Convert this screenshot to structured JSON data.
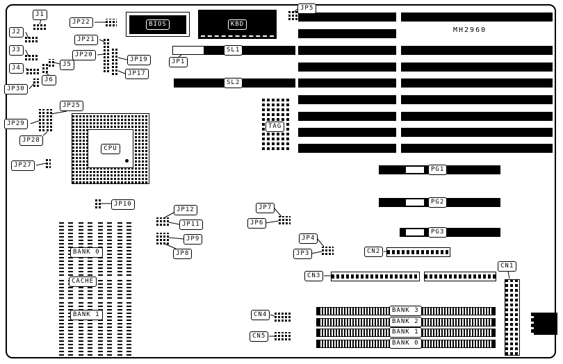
{
  "board": {
    "model": "MH2960"
  },
  "chips": {
    "bios": "BIOS",
    "kbd": "KBD",
    "cpu": "CPU",
    "tag": "TAG"
  },
  "slots": {
    "sl1": "SL1",
    "sl2": "SL2",
    "pg1": "PG1",
    "pg2": "PG2",
    "pg3": "PG3"
  },
  "jumpers": {
    "j1": "J1",
    "j2": "J2",
    "j3": "J3",
    "j4": "J4",
    "j5": "J5",
    "j6": "J6",
    "jp1": "JP1",
    "jp3": "JP3",
    "jp4": "JP4",
    "jp5": "JP5",
    "jp6": "JP6",
    "jp7": "JP7",
    "jp8": "JP8",
    "jp9": "JP9",
    "jp10": "JP10",
    "jp11": "JP11",
    "jp12": "JP12",
    "jp17": "JP17",
    "jp19": "JP19",
    "jp20": "JP20",
    "jp21": "JP21",
    "jp22": "JP22",
    "jp25": "JP25",
    "jp27": "JP27",
    "jp28": "JP28",
    "jp29": "JP29",
    "jp30": "JP30"
  },
  "connectors": {
    "cn1": "CN1",
    "cn2": "CN2",
    "cn3": "CN3",
    "cn4": "CN4",
    "cn5": "CN5"
  },
  "memory": {
    "bank0_label": "BANK 0",
    "cache_label": "CACHE",
    "bank1_label": "BANK 1",
    "simm_banks": [
      "BANK 3",
      "BANK 2",
      "BANK 1",
      "BANK 0"
    ]
  },
  "colors": {
    "line": "#000000",
    "background": "#ffffff"
  }
}
